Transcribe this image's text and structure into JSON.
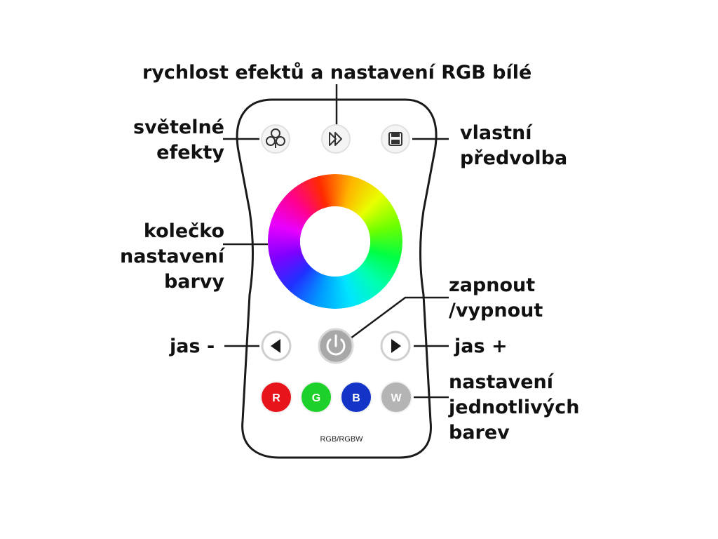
{
  "labels": {
    "effect_speed": "rychlost efektů a nastavení RGB bílé",
    "light_effects": "světelné\nefekty",
    "custom_preset": "vlastní\npředvolba",
    "color_wheel": "kolečko\nnastavení\nbarvy",
    "power": "zapnout\n/vypnout",
    "brightness_down": "jas -",
    "brightness_up": "jas +",
    "single_colors": "nastavení\njednotlivých\nbarev"
  },
  "remote": {
    "model": "RGB/RGBW",
    "buttons": {
      "r": "R",
      "g": "G",
      "b": "B",
      "w": "W"
    }
  },
  "icons": {
    "effects": "cloud-icon",
    "speed": "fast-forward-icon",
    "save": "floppy-disk-icon",
    "power": "power-icon",
    "left": "triangle-left-icon",
    "right": "triangle-right-icon"
  },
  "colors": {
    "red_button": "#e8141c",
    "green_button": "#1ed12a",
    "blue_button": "#1434c8",
    "white_button": "#b4b4b4",
    "power_button": "#a8a8a8"
  }
}
